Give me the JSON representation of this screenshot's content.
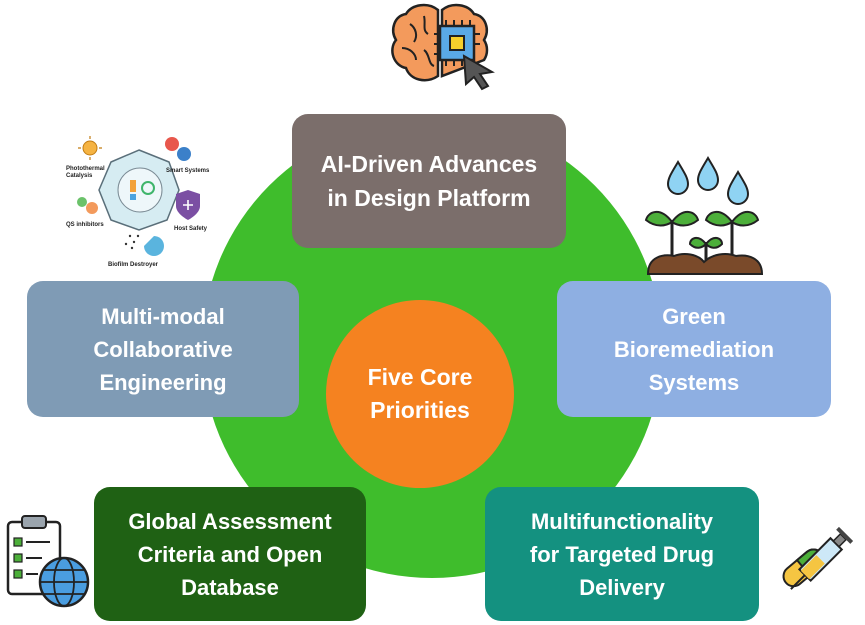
{
  "center": {
    "line1": "Five Core",
    "line2": "Priorities",
    "color": "#f58220"
  },
  "ring_color": "#3fbd2c",
  "priorities": [
    {
      "id": "ai",
      "line1": "AI-Driven Advances",
      "line2": "in Design Platform",
      "color": "#7b6e6b",
      "icon": "brain-chip-icon"
    },
    {
      "id": "multimodal",
      "line1": "Multi-modal",
      "line2": "Collaborative",
      "line3": "Engineering",
      "color": "#7f9bb5",
      "icon": "multifunctional-nanoparticle-icon"
    },
    {
      "id": "green",
      "line1": "Green",
      "line2": "Bioremediation",
      "line3": "Systems",
      "color": "#8eafe2",
      "icon": "plants-watering-icon"
    },
    {
      "id": "global",
      "line1": "Global Assessment",
      "line2": "Criteria and Open",
      "line3": "Database",
      "color": "#1f6114",
      "icon": "clipboard-globe-icon"
    },
    {
      "id": "drug",
      "line1": "Multifunctionality",
      "line2": "for Targeted Drug",
      "line3": "Delivery",
      "color": "#149180",
      "icon": "syringe-capsule-icon"
    }
  ],
  "multimodal_icon_labels": {
    "photothermal": "Photothermal\nCatalysis",
    "smart": "Smart Systems",
    "qs": "QS inhibitors",
    "host": "Host Safety",
    "biofilm": "Biofilm Destroyer"
  }
}
